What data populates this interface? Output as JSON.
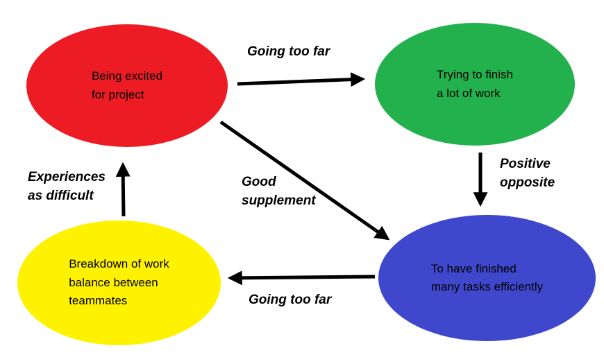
{
  "diagram": {
    "background": "#FFFFFF",
    "arrow_color": "#000000",
    "nodes": {
      "excited": {
        "text": "Being excited\nfor project",
        "color": "#ED1C24",
        "text_color": "#000000"
      },
      "finish_work": {
        "text": "Trying to finish\na lot of work",
        "color": "#22B14C",
        "text_color": "#000000"
      },
      "breakdown": {
        "text": "Breakdown of work\nbalance between\nteammates",
        "color": "#FFF200",
        "text_color": "#000000"
      },
      "finished_tasks": {
        "text": "To have finished\nmany tasks efficiently",
        "color": "#3F48CC",
        "text_color": "#000000"
      }
    },
    "edges": {
      "excited_to_finish_work": {
        "label": "Going too far"
      },
      "finish_work_to_finished_tasks": {
        "label": "Positive\nopposite"
      },
      "excited_to_finished_tasks": {
        "label": "Good\nsupplement"
      },
      "finished_tasks_to_breakdown": {
        "label": "Going too far"
      },
      "breakdown_to_excited": {
        "label": "Experiences\nas difficult"
      }
    }
  }
}
